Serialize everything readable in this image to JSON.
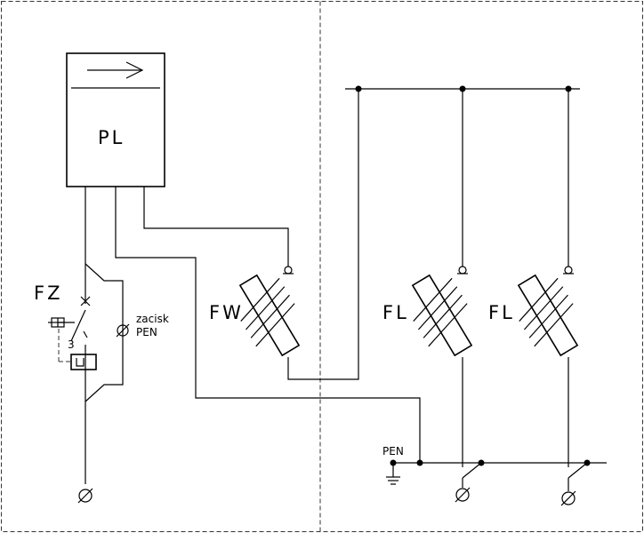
{
  "diagram": {
    "pl_label": "PL",
    "fz_label": "FZ",
    "fw_label": "FW",
    "fl_label_1": "FL",
    "fl_label_2": "FL",
    "relay_number": "3",
    "pen_terminal_line1": "zacisk",
    "pen_terminal_line2": "PEN",
    "pen_bus_label": "PEN"
  }
}
